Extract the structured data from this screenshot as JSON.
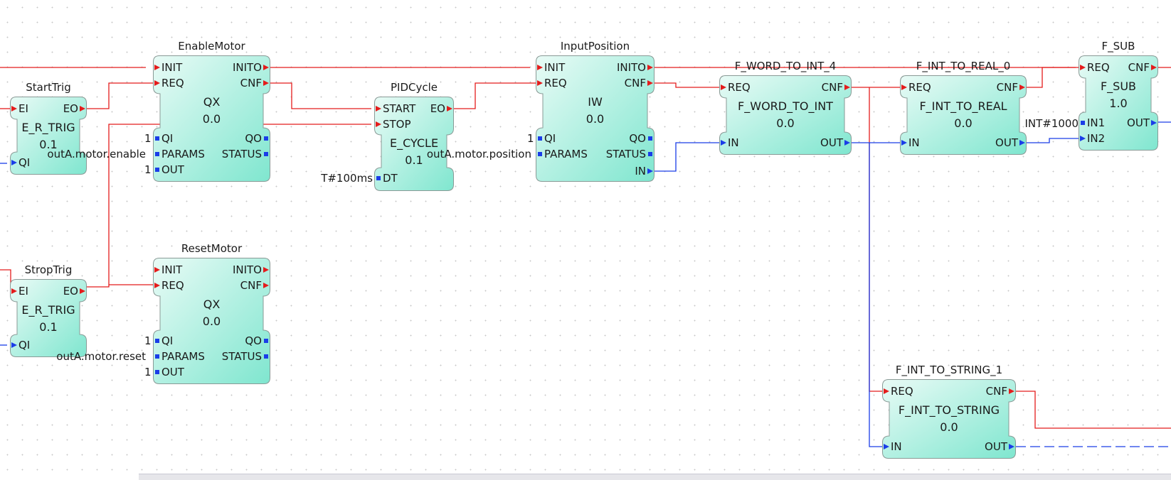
{
  "blocks": {
    "start_trig": {
      "name": "StartTrig",
      "type": "E_R_TRIG",
      "version": "0.1",
      "pins": {
        "ei": "EI",
        "eo": "EO",
        "qi": "QI"
      }
    },
    "enable_motor": {
      "name": "EnableMotor",
      "type": "QX",
      "version": "0.0",
      "pins": {
        "init": "INIT",
        "req": "REQ",
        "inito": "INITO",
        "cnf": "CNF",
        "qi": "QI",
        "params": "PARAMS",
        "out": "OUT",
        "qo": "QO",
        "status": "STATUS"
      }
    },
    "pid_cycle": {
      "name": "PIDCycle",
      "type": "E_CYCLE",
      "version": "0.1",
      "pins": {
        "start": "START",
        "stop": "STOP",
        "dt": "DT",
        "eo": "EO"
      }
    },
    "input_position": {
      "name": "InputPosition",
      "type": "IW",
      "version": "0.0",
      "pins": {
        "init": "INIT",
        "req": "REQ",
        "qi": "QI",
        "params": "PARAMS",
        "inito": "INITO",
        "cnf": "CNF",
        "qo": "QO",
        "status": "STATUS",
        "in": "IN"
      }
    },
    "word_to_int": {
      "name": "F_WORD_TO_INT_4",
      "type": "F_WORD_TO_INT",
      "version": "0.0",
      "pins": {
        "req": "REQ",
        "in": "IN",
        "cnf": "CNF",
        "out": "OUT"
      }
    },
    "int_to_real": {
      "name": "F_INT_TO_REAL_0",
      "type": "F_INT_TO_REAL",
      "version": "0.0",
      "pins": {
        "req": "REQ",
        "in": "IN",
        "cnf": "CNF",
        "out": "OUT"
      }
    },
    "f_sub": {
      "name": "F_SUB",
      "type": "F_SUB",
      "version": "1.0",
      "pins": {
        "req": "REQ",
        "in1": "IN1",
        "in2": "IN2",
        "cnf": "CNF",
        "out": "OUT"
      }
    },
    "strop_trig": {
      "name": "StropTrig",
      "type": "E_R_TRIG",
      "version": "0.1",
      "pins": {
        "ei": "EI",
        "eo": "EO",
        "qi": "QI"
      }
    },
    "reset_motor": {
      "name": "ResetMotor",
      "type": "QX",
      "version": "0.0",
      "pins": {
        "init": "INIT",
        "req": "REQ",
        "inito": "INITO",
        "cnf": "CNF",
        "qi": "QI",
        "params": "PARAMS",
        "out": "OUT",
        "qo": "QO",
        "status": "STATUS"
      }
    },
    "int_to_string": {
      "name": "F_INT_TO_STRING_1",
      "type": "F_INT_TO_STRING",
      "version": "0.0",
      "pins": {
        "req": "REQ",
        "in": "IN",
        "cnf": "CNF",
        "out": "OUT"
      }
    }
  },
  "parameters": {
    "enable_qi": "1",
    "enable_out": "1",
    "enable_params": "outA.motor.enable",
    "pid_dt": "T#100ms",
    "input_qi": "1",
    "input_params": "outA.motor.position",
    "sub_in2": "INT#1000",
    "reset_qi": "1",
    "reset_out": "1",
    "reset_params": "outA.motor.reset"
  },
  "colors": {
    "event_wire": "#e41c1c",
    "data_wire": "#1a3de8",
    "block_fill_light": "#e9fbf6",
    "block_fill_dark": "#7fe6cf",
    "block_border": "#8a9a96"
  }
}
